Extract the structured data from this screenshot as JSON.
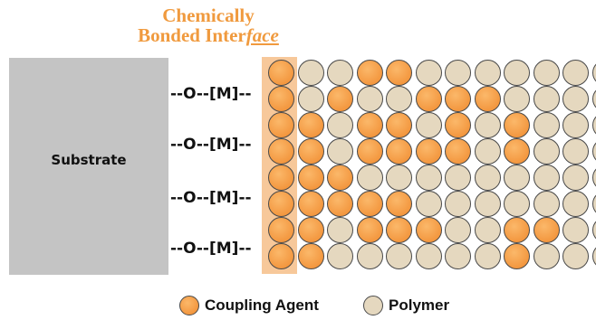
{
  "title": {
    "line1": "Chemically",
    "line2_prefix": "Bonded Inter",
    "line2_italic": "face"
  },
  "substrate": {
    "label": "Substrate"
  },
  "links": [
    {
      "label": "--O--[M]--"
    },
    {
      "label": "--O--[M]--"
    },
    {
      "label": "--O--[M]--"
    },
    {
      "label": "--O--[M]--"
    }
  ],
  "grid": {
    "rows": [
      "CPPCCPPPPPPP",
      "CPCPPCCCPPPP",
      "CCPCCPCPCPPP",
      "CCPCCCCPCPPP",
      "CCCPPPPPPPPP",
      "CCCCCPPPPPPP",
      "CCPCCCPPCCPP",
      "CCPPPPPPCPPP"
    ]
  },
  "legend": {
    "coupling_label": "Coupling Agent",
    "polymer_label": "Polymer"
  },
  "colors": {
    "coupling_agent": "#f08a2e",
    "polymer": "#e5d8bf",
    "substrate": "#c4c4c4",
    "title": "#f09a3e"
  }
}
